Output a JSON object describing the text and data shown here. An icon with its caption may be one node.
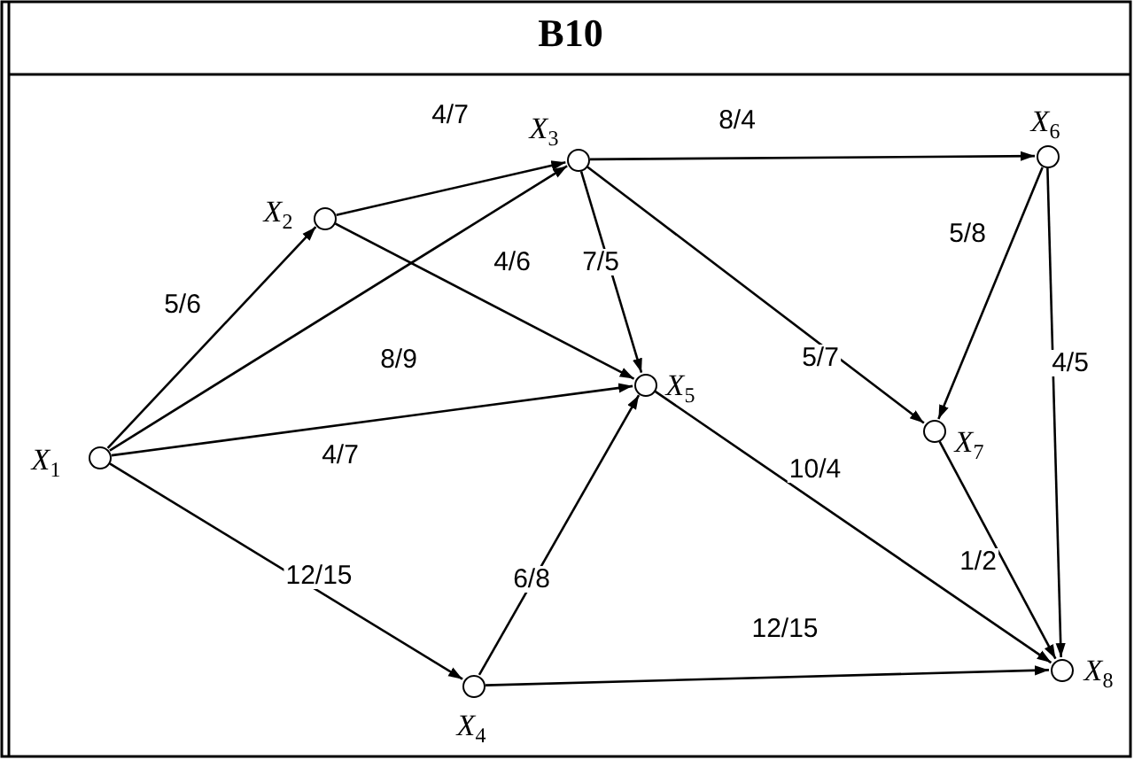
{
  "diagram": {
    "title": "B10",
    "nodes": [
      {
        "text": [],
        "shape": "circle",
        "beside": [
          "*X*$_{1}$"
        ]
      },
      {
        "text": [],
        "shape": "circle",
        "beside": [
          "*X*$_{2}$"
        ]
      },
      {
        "text": [],
        "shape": "circle",
        "beside": [
          "*X*$_{3}$"
        ]
      },
      {
        "text": [],
        "shape": "circle",
        "beside": [
          "*X*$_{4}$"
        ]
      },
      {
        "text": [],
        "shape": "circle",
        "beside": [
          "*X*$_{5}$"
        ]
      },
      {
        "text": [],
        "shape": "circle",
        "beside": [
          "*X*$_{6}$"
        ]
      },
      {
        "text": [],
        "shape": "circle",
        "beside": [
          "*X*$_{7}$"
        ]
      },
      {
        "text": [],
        "shape": "circle",
        "beside": [
          "*X*$_{8}$"
        ]
      }
    ],
    "edges": [
      {
        "from": 0,
        "to": 1,
        "arrow": "to",
        "label": "5/6"
      },
      {
        "from": 0,
        "to": 2,
        "arrow": "to",
        "label": "8/9"
      },
      {
        "from": 0,
        "to": 4,
        "arrow": "to",
        "label": "4/7"
      },
      {
        "from": 0,
        "to": 3,
        "arrow": "to",
        "label": "12/15"
      },
      {
        "from": 1,
        "to": 2,
        "arrow": "to",
        "label": "4/7"
      },
      {
        "from": 1,
        "to": 4,
        "arrow": "to",
        "label": "4/6"
      },
      {
        "from": 2,
        "to": 5,
        "arrow": "to",
        "label": "8/4"
      },
      {
        "from": 2,
        "to": 4,
        "arrow": "to",
        "label": "7/5"
      },
      {
        "from": 2,
        "to": 6,
        "arrow": "to",
        "label": "5/7"
      },
      {
        "from": 5,
        "to": 6,
        "arrow": "to",
        "label": "5/8"
      },
      {
        "from": 5,
        "to": 7,
        "arrow": "to",
        "label": "4/5"
      },
      {
        "from": 4,
        "to": 7,
        "arrow": "to",
        "label": "10/4"
      },
      {
        "from": 3,
        "to": 4,
        "arrow": "to",
        "label": "6/8"
      },
      {
        "from": 3,
        "to": 7,
        "arrow": "to",
        "label": "12/15"
      },
      {
        "from": 6,
        "to": 7,
        "arrow": "to",
        "label": "1/2"
      }
    ]
  }
}
